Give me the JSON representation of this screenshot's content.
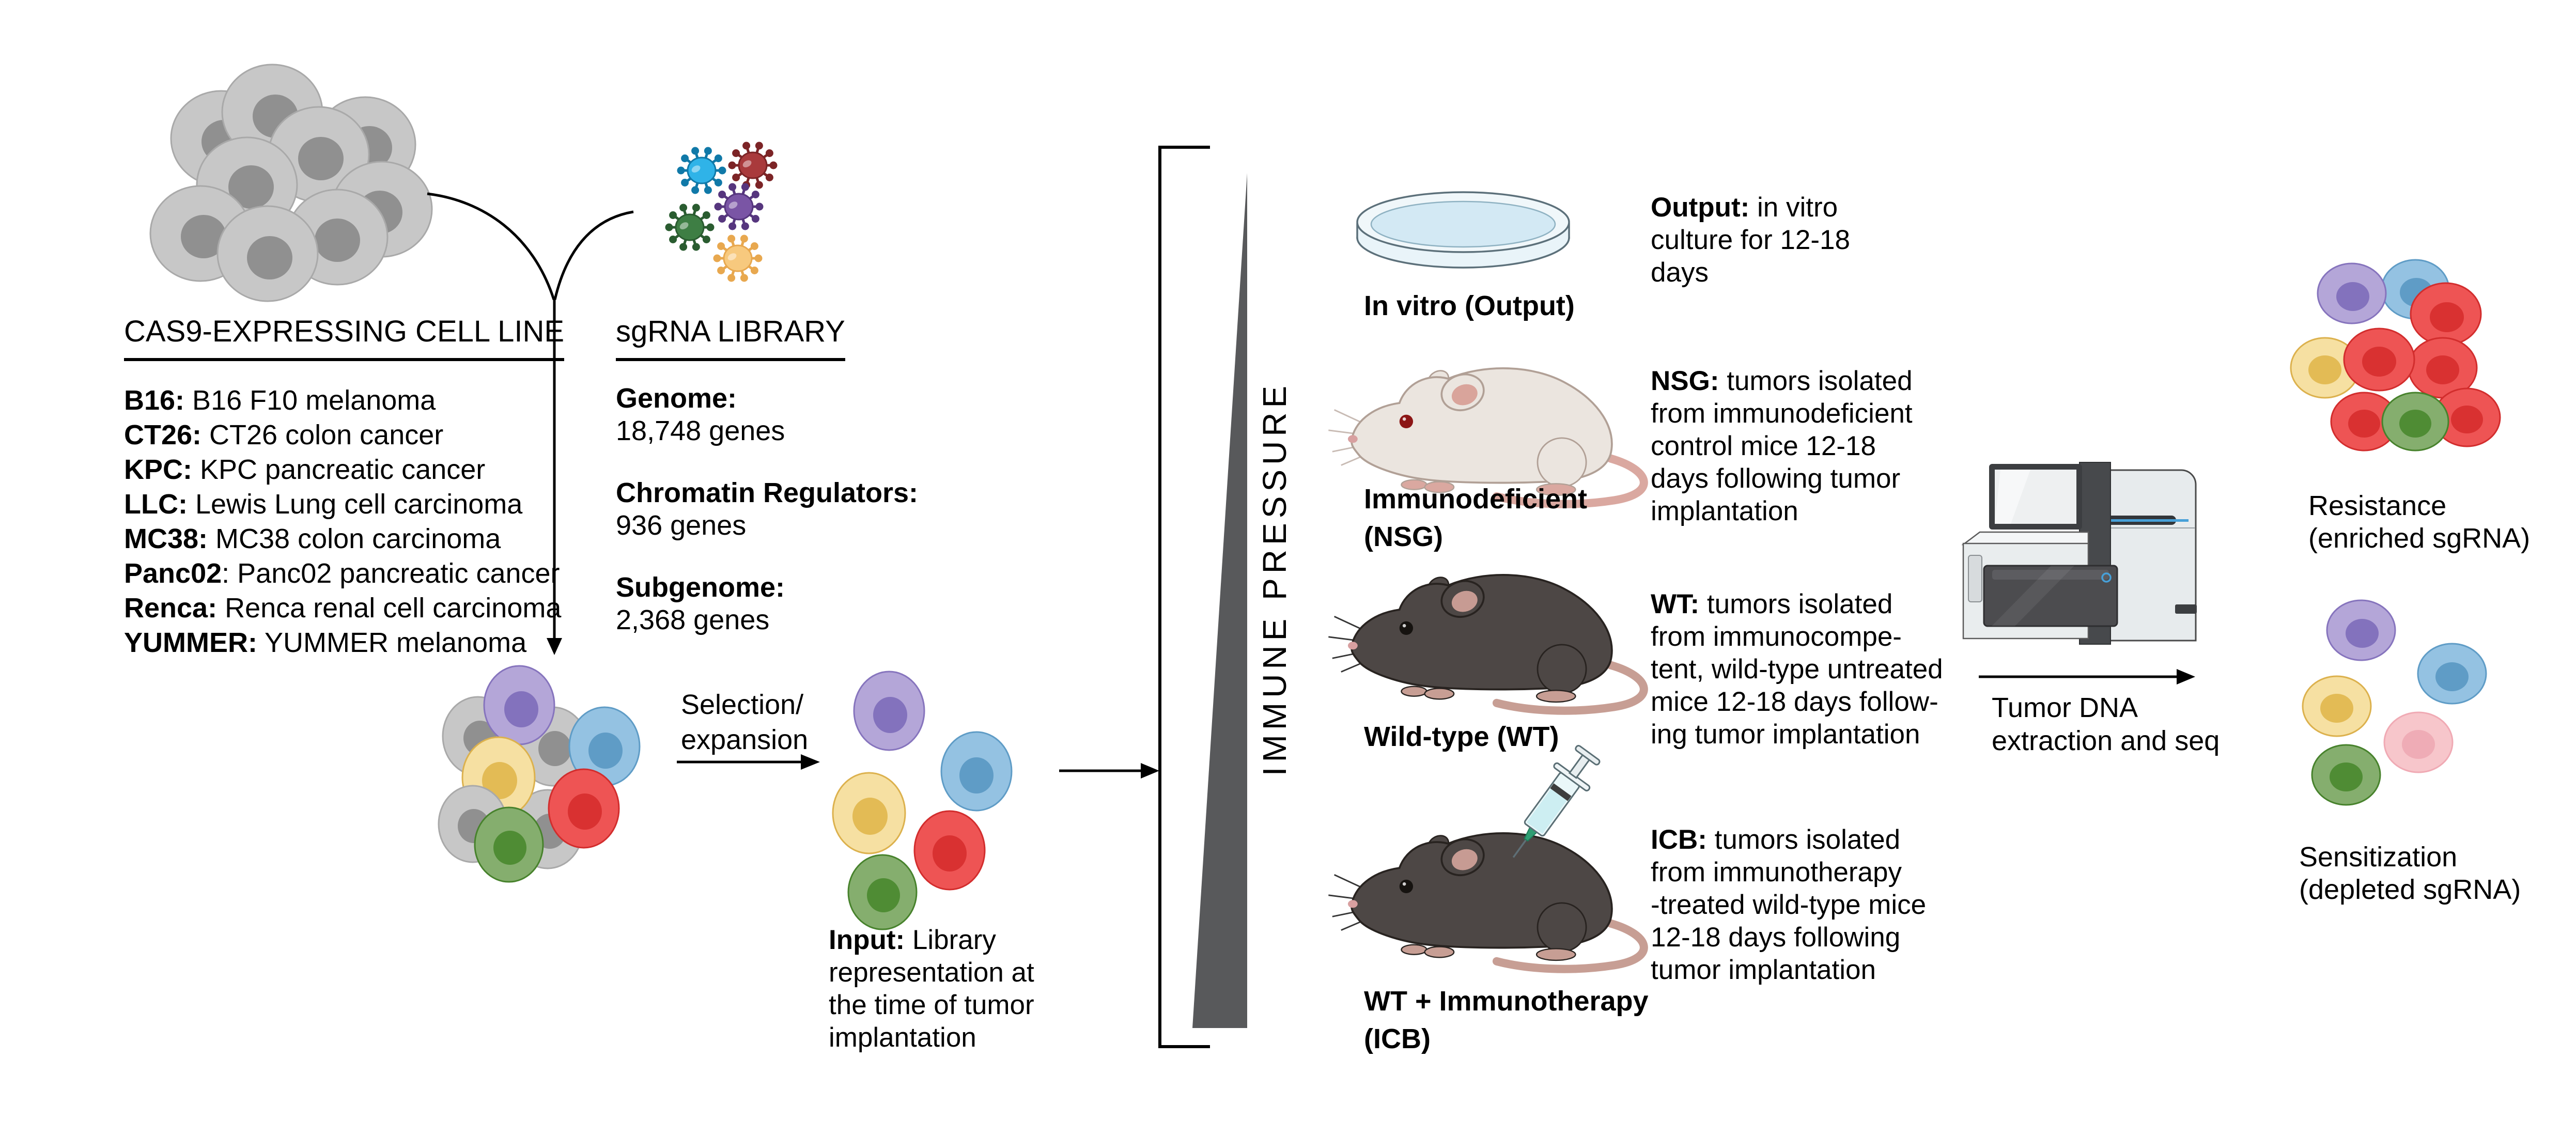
{
  "figure": {
    "type": "crispr-in-vivo-screen-workflow",
    "background": "#ffffff"
  },
  "left_panel": {
    "heading": "CAS9-EXPRESSING CELL LINE",
    "cell_lines": [
      {
        "label": "B16:",
        "desc": " B16 F10 melanoma"
      },
      {
        "label": "CT26:",
        "desc": " CT26 colon cancer"
      },
      {
        "label": "KPC:",
        "desc": " KPC pancreatic cancer"
      },
      {
        "label": "LLC:",
        "desc": " Lewis Lung cell carcinoma"
      },
      {
        "label": "MC38:",
        "desc": " MC38 colon carcinoma"
      },
      {
        "label": "Panc02",
        "desc": ": Panc02 pancreatic cancer"
      },
      {
        "label": "Renca:",
        "desc": " Renca renal cell carcinoma"
      },
      {
        "label": "YUMMER:",
        "desc": " YUMMER melanoma"
      }
    ]
  },
  "library_panel": {
    "heading": "sgRNA LIBRARY",
    "entries": [
      {
        "label": "Genome:",
        "value": "18,748 genes"
      },
      {
        "label": "Chromatin Regulators:",
        "value": "936 genes"
      },
      {
        "label": "Subgenome:",
        "value": "2,368 genes"
      }
    ]
  },
  "selection_label": [
    "Selection/",
    "expansion"
  ],
  "input_caption": {
    "bold": "Input:",
    "lines": [
      " Library",
      "representation at",
      "the time of tumor",
      "implantation"
    ]
  },
  "immune_pressure": "IMMUNE PRESSURE",
  "conditions": [
    {
      "name": "In vitro (Output)",
      "name2": "",
      "caption_bold": "Output:",
      "caption_lines": [
        " in vitro",
        "culture for 12-18",
        "days"
      ]
    },
    {
      "name": "Immunodeficient",
      "name2": "(NSG)",
      "caption_bold": "NSG:",
      "caption_lines": [
        " tumors isolated",
        "from immunodeficient",
        "control mice 12-18",
        "days following tumor",
        "implantation"
      ]
    },
    {
      "name": "Wild-type (WT)",
      "name2": "",
      "caption_bold": "WT:",
      "caption_lines": [
        " tumors isolated",
        "from immunocompe-",
        "tent, wild-type untreated",
        "mice 12-18 days follow-",
        "ing tumor implantation"
      ]
    },
    {
      "name": "WT + Immunotherapy",
      "name2": "(ICB)",
      "caption_bold": "ICB:",
      "caption_lines": [
        " tumors isolated",
        "from immunotherapy",
        "-treated wild-type mice",
        "12-18 days following",
        "tumor implantation"
      ]
    }
  ],
  "sequencing_caption": [
    "Tumor DNA",
    "extraction and seq"
  ],
  "outcomes": [
    {
      "title": "Resistance",
      "subtitle": "(enriched sgRNA)",
      "cells": [
        "purple",
        "blue",
        "red",
        "yellow",
        "red",
        "red",
        "red",
        "green",
        "red"
      ]
    },
    {
      "title": "Sensitization",
      "subtitle": "(depleted sgRNA)",
      "cells": [
        "purple",
        "blue",
        "yellow",
        "pink",
        "green"
      ]
    }
  ],
  "palette": {
    "cell_gray": "#c7c7c7",
    "cell_purple": "#b4a6d8",
    "cell_blue": "#94c2e2",
    "cell_yellow": "#f6e0a2",
    "cell_red": "#ee5454",
    "cell_green": "#85ae6e",
    "cell_pink": "#f7c6cb",
    "virus_blue": "#2fb3e8",
    "virus_darkred": "#a93a3c",
    "virus_purple": "#7a55a5",
    "virus_green": "#3e7e44",
    "virus_yellow": "#f7c97e",
    "pressure_triangle": "#58595b",
    "mouse_dark": "#4d4745",
    "mouse_white": "#ebe5df",
    "sequencer_accent": "#47a0d8",
    "petri_fill": "#d3e9f4",
    "line_color": "#000000"
  }
}
